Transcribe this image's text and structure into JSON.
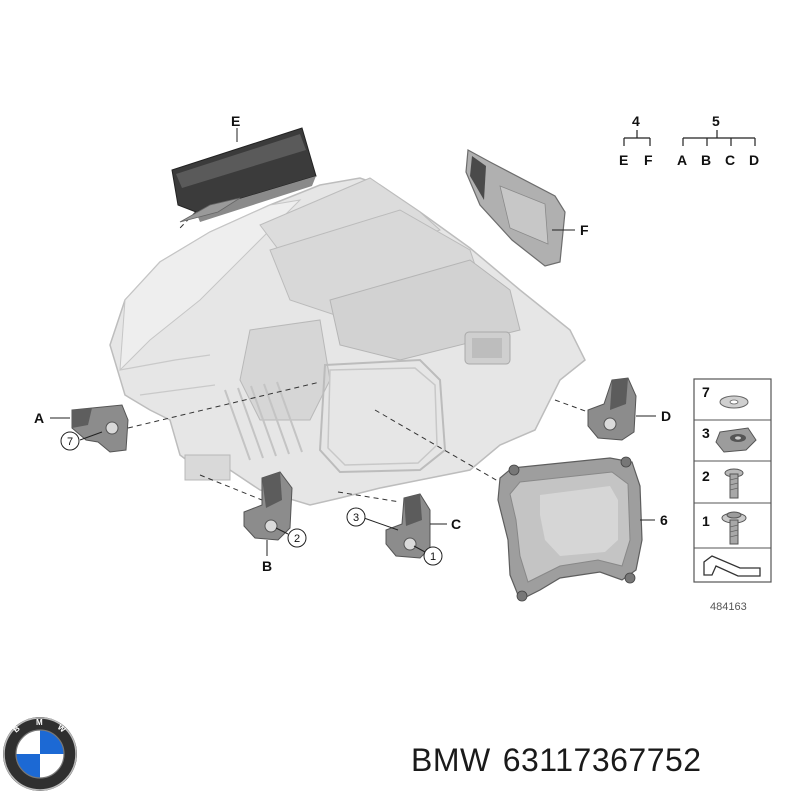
{
  "diagram": {
    "callouts": {
      "A": "A",
      "B": "B",
      "C": "C",
      "D": "D",
      "E": "E",
      "F": "F",
      "n1": "1",
      "n2": "2",
      "n3": "3",
      "n6": "6",
      "n7": "7"
    },
    "tree": {
      "group4": {
        "root": "4",
        "children": [
          "E",
          "F"
        ]
      },
      "group5": {
        "root": "5",
        "children": [
          "A",
          "B",
          "C",
          "D"
        ]
      }
    },
    "parts_panel": {
      "items": [
        "7",
        "3",
        "2",
        "1"
      ],
      "ref_number": "484163"
    }
  },
  "footer": {
    "brand": "BMW",
    "part_number": "63117367752"
  },
  "colors": {
    "housing": "#e3e3e3",
    "housing_stroke": "#b5b5b5",
    "part_dark": "#7a7a7a",
    "part_mid": "#a8a8a8",
    "bmw_blue": "#1c69d4"
  },
  "icons": [
    "bmw-logo-icon",
    "headlight-housing-icon",
    "arrow-icon"
  ]
}
